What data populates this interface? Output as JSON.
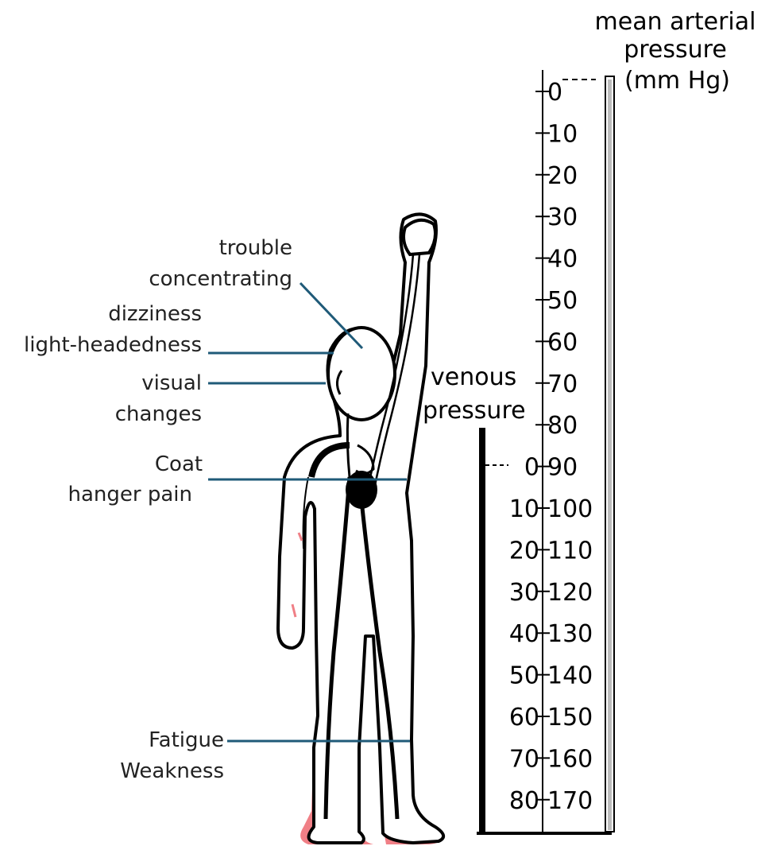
{
  "arterial_scale": {
    "title_lines": [
      "mean arterial",
      "pressure",
      "(mm Hg)"
    ],
    "ticks": [
      "0",
      "10",
      "20",
      "30",
      "40",
      "50",
      "60",
      "70",
      "80",
      "90",
      "100",
      "110",
      "120",
      "130",
      "140",
      "150",
      "160",
      "170"
    ]
  },
  "venous_scale": {
    "title_lines": [
      "venous",
      "pressure"
    ],
    "ticks": [
      "0",
      "10",
      "20",
      "30",
      "40",
      "50",
      "60",
      "70",
      "80"
    ]
  },
  "symptoms": {
    "concentration": [
      "trouble",
      "concentrating"
    ],
    "dizziness": [
      "dizziness",
      "light-headedness"
    ],
    "visual": [
      "visual",
      "changes"
    ],
    "coat_hanger": [
      "Coat",
      "hanger pain"
    ],
    "fatigue": [
      "Fatigue",
      "Weakness"
    ]
  },
  "colors": {
    "leader_line": "#1f5a78",
    "leg_highlight": "#f07f86",
    "ink": "#000000"
  }
}
